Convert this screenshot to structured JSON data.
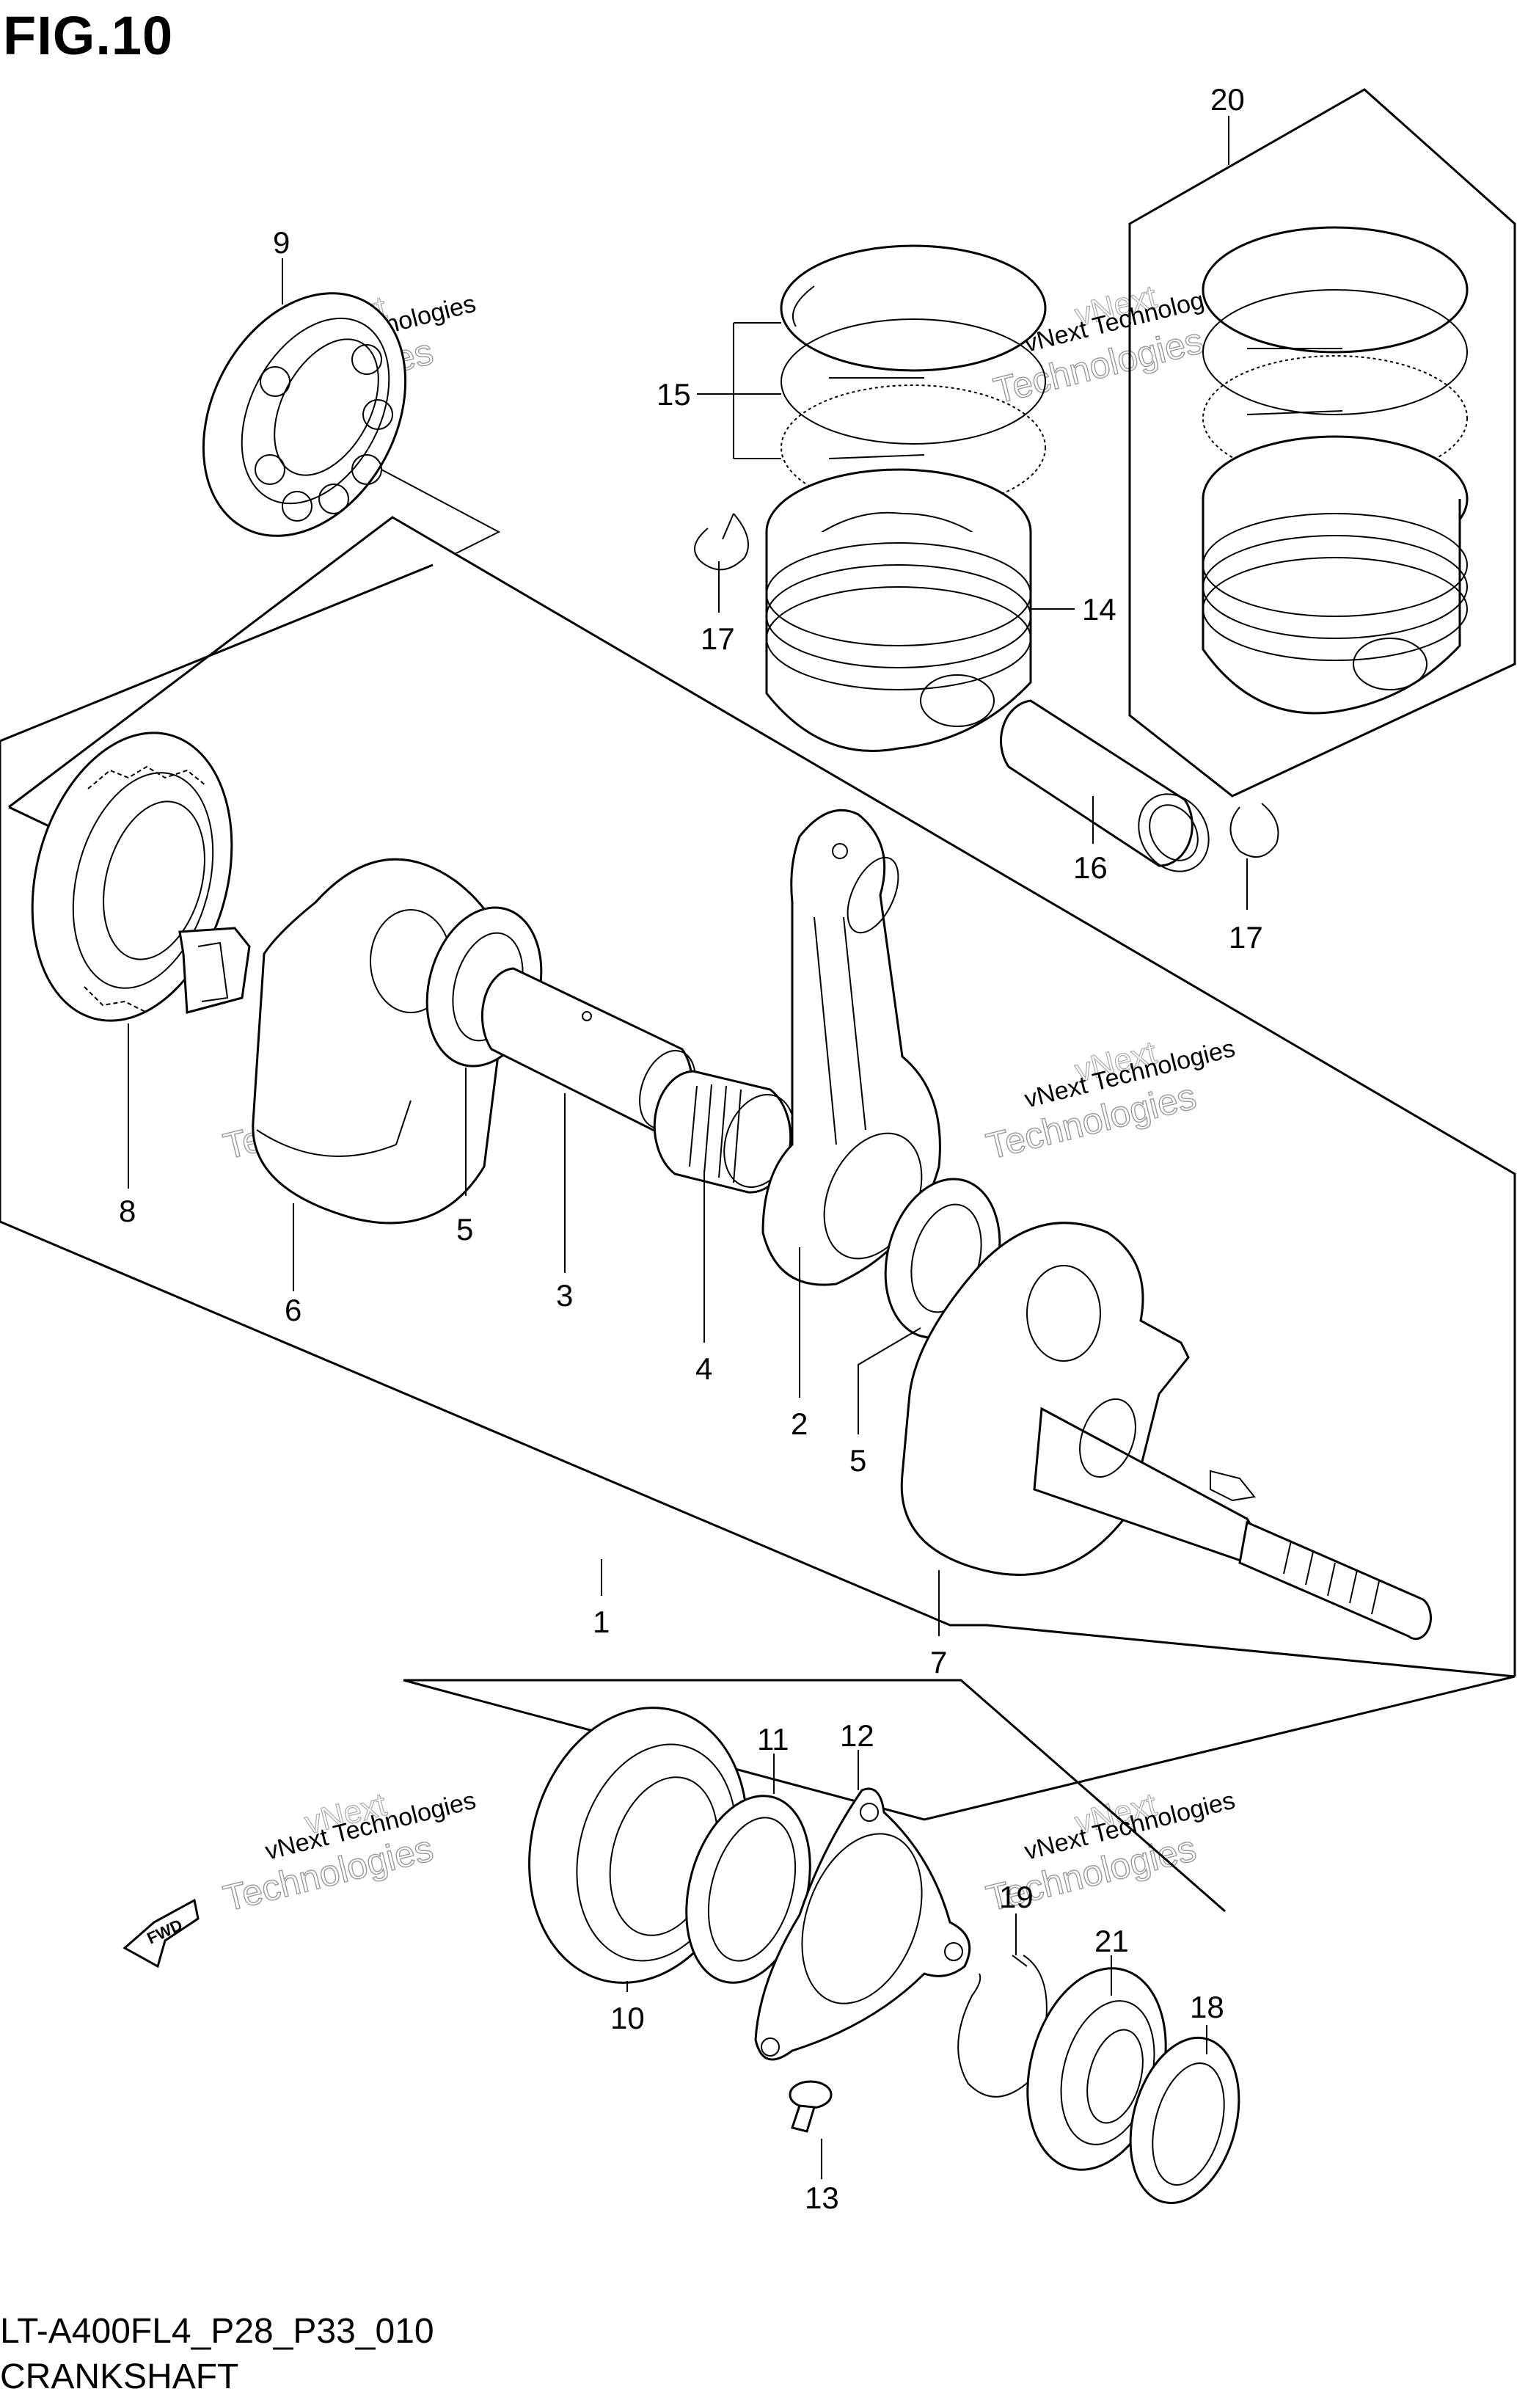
{
  "figure": {
    "title": "FIG.10",
    "code": "LT-A400FL4_P28_P33_010",
    "caption": "CRANKSHAFT"
  },
  "callouts": [
    {
      "id": "c1",
      "text": "1"
    },
    {
      "id": "c2",
      "text": "2"
    },
    {
      "id": "c3",
      "text": "3"
    },
    {
      "id": "c4",
      "text": "4"
    },
    {
      "id": "c5a",
      "text": "5"
    },
    {
      "id": "c5b",
      "text": "5"
    },
    {
      "id": "c6",
      "text": "6"
    },
    {
      "id": "c7",
      "text": "7"
    },
    {
      "id": "c8",
      "text": "8"
    },
    {
      "id": "c9",
      "text": "9"
    },
    {
      "id": "c10",
      "text": "10"
    },
    {
      "id": "c11",
      "text": "11"
    },
    {
      "id": "c12",
      "text": "12"
    },
    {
      "id": "c13",
      "text": "13"
    },
    {
      "id": "c14",
      "text": "14"
    },
    {
      "id": "c15",
      "text": "15"
    },
    {
      "id": "c16",
      "text": "16"
    },
    {
      "id": "c17a",
      "text": "17"
    },
    {
      "id": "c17b",
      "text": "17"
    },
    {
      "id": "c18",
      "text": "18"
    },
    {
      "id": "c19",
      "text": "19"
    },
    {
      "id": "c20",
      "text": "20"
    },
    {
      "id": "c21",
      "text": "21"
    }
  ],
  "fwd_marker": "FWD",
  "watermark": {
    "line1": "vNext Technologies",
    "line2": "Technologies",
    "line3": "vNext"
  }
}
